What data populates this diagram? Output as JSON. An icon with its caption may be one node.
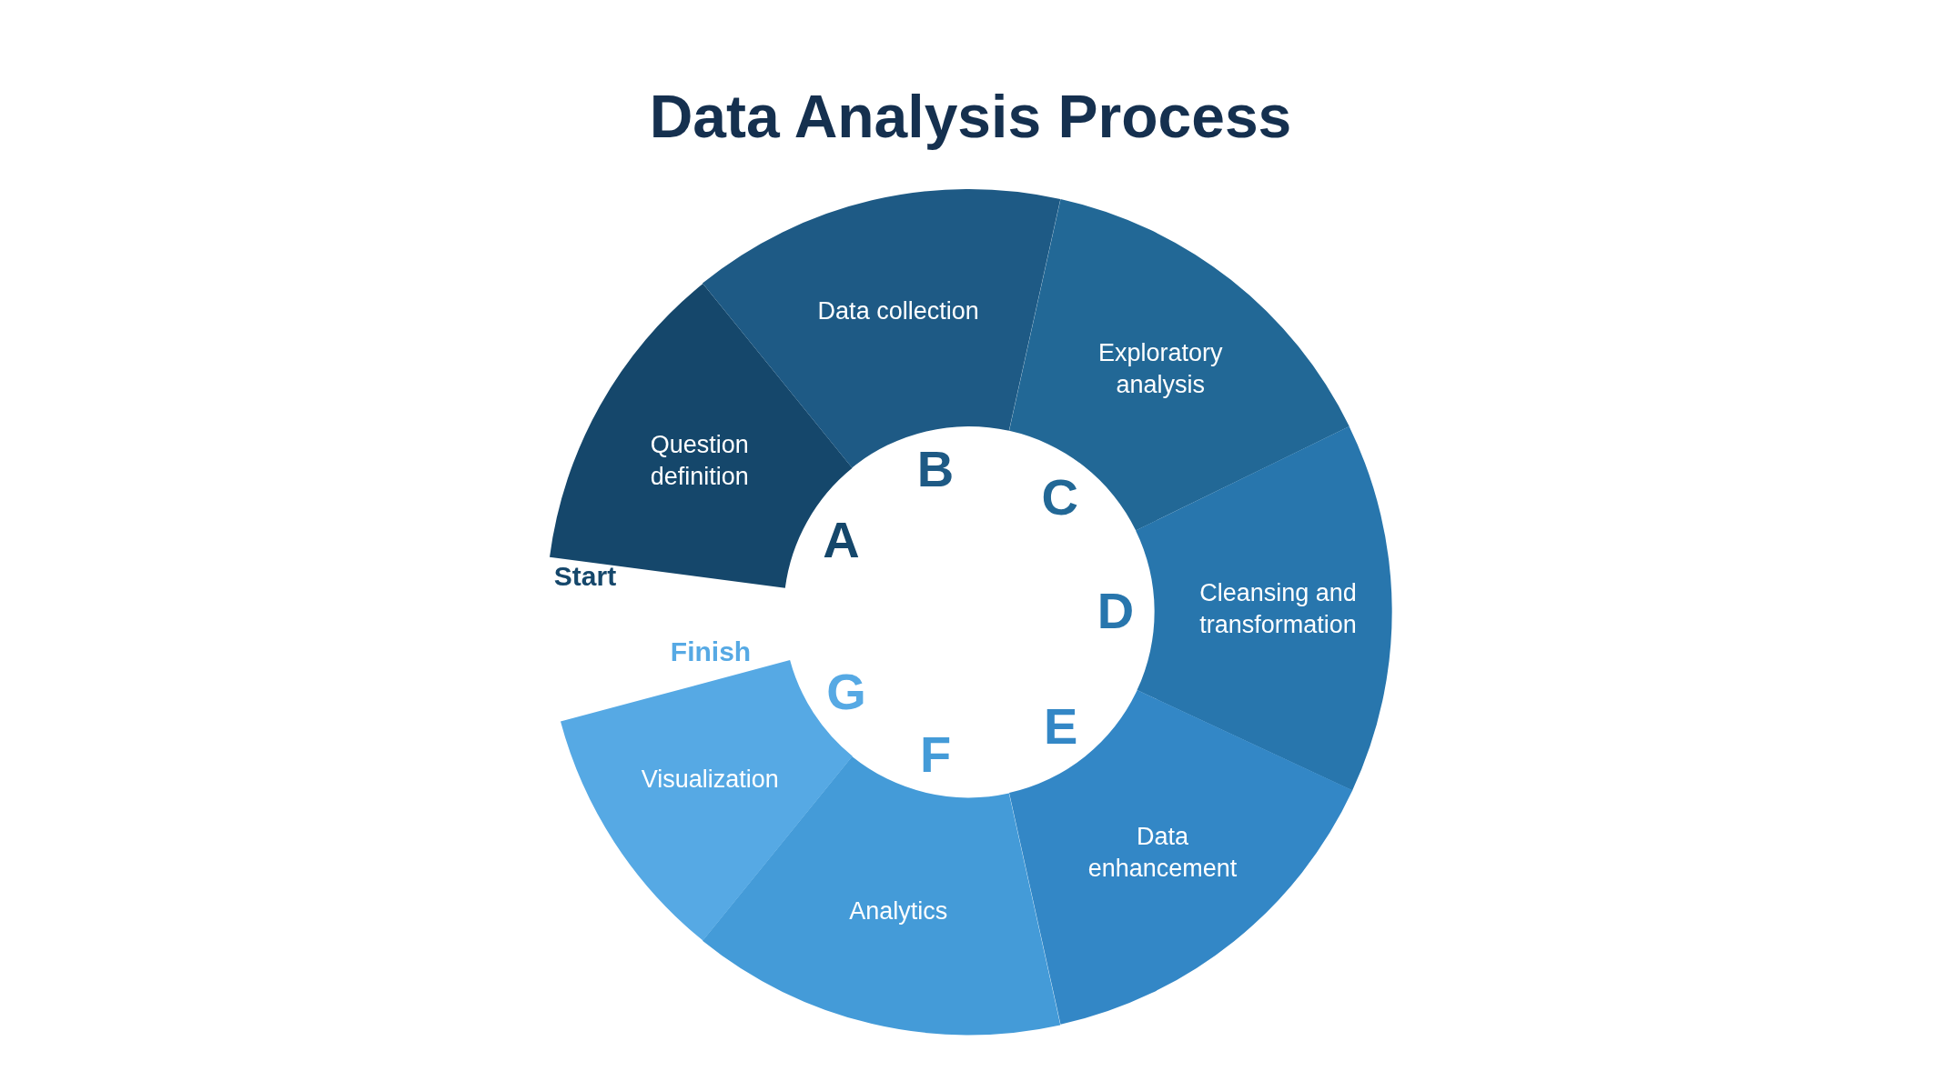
{
  "diagram": {
    "title": "Data Analysis Process",
    "nodes": [
      {
        "text": [
          "Question definition"
        ],
        "beside": [
          "A"
        ]
      },
      {
        "text": [
          "Data collection"
        ],
        "beside": [
          "B"
        ]
      },
      {
        "text": [
          "Exploratory analysis"
        ],
        "beside": [
          "C"
        ]
      },
      {
        "text": [
          "Cleansing and transformation"
        ],
        "beside": [
          "D"
        ]
      },
      {
        "text": [
          "Data enhancement"
        ],
        "beside": [
          "E"
        ]
      },
      {
        "text": [
          "Analytics"
        ],
        "beside": [
          "F"
        ]
      },
      {
        "text": [
          "Visualization"
        ],
        "beside": [
          "G"
        ]
      }
    ],
    "labels": [
      "Start",
      "Finish"
    ]
  }
}
